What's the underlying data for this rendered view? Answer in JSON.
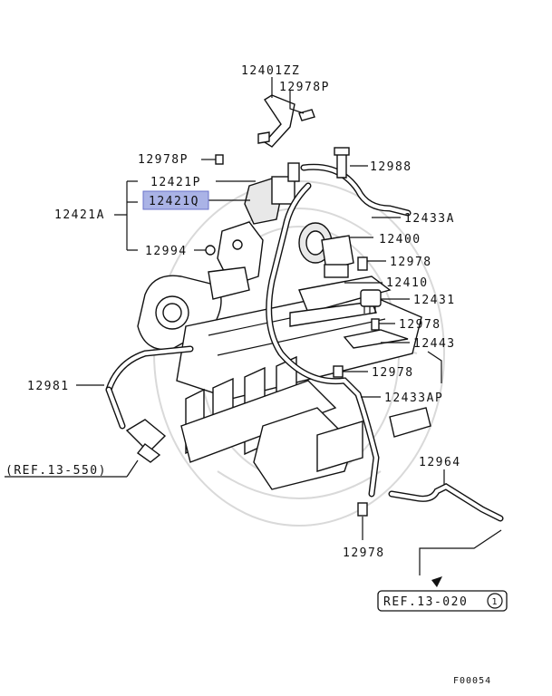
{
  "diagram": {
    "code": "F00054",
    "highlight_color": "#aab3e6",
    "part_numbers": {
      "p12401ZZ": "12401ZZ",
      "p12978P_top": "12978P",
      "p12978P_left": "12978P",
      "p12988": "12988",
      "p12421P": "12421P",
      "p12421Q": "12421Q",
      "p12421A": "12421A",
      "p12433A": "12433A",
      "p12400": "12400",
      "p12994": "12994",
      "p12978_a": "12978",
      "p12410": "12410",
      "p12431": "12431",
      "p12978_b": "12978",
      "p12443": "12443",
      "p12981": "12981",
      "p12978_c": "12978",
      "p12433AP": "12433AP",
      "p12964": "12964",
      "p12978_d": "12978"
    },
    "refs": {
      "left": "(REF.13-550)",
      "bottom": "REF.13-020",
      "bottom_circle": "1"
    }
  }
}
